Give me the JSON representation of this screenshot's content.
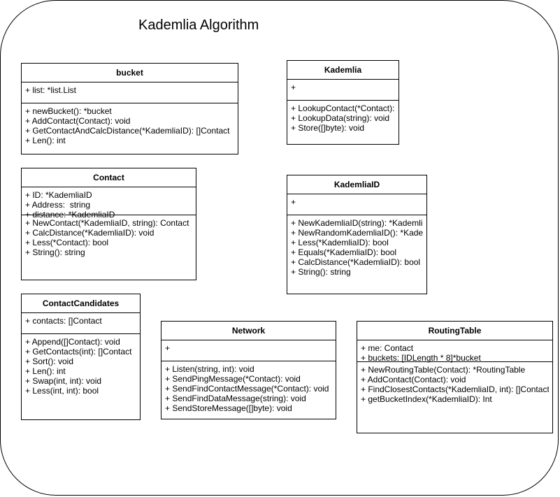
{
  "title": "Kademlia Algorithm",
  "classes": {
    "bucket": {
      "name": "bucket",
      "attributes": [
        "+ list: *list.List"
      ],
      "methods": [
        "+ newBucket(): *bucket",
        "+ AddContact(Contact): void",
        "+ GetContactAndCalcDistance(*KademliaID): []Contact",
        "+ Len(): int"
      ]
    },
    "kademlia": {
      "name": "Kademlia",
      "attributes": [
        "+"
      ],
      "methods": [
        "+ LookupContact(*Contact):",
        "+ LookupData(string): void",
        "+ Store([]byte): void"
      ]
    },
    "contact": {
      "name": "Contact",
      "attributes": [
        "+ ID: *KademliaID",
        "+ Address:  string",
        "+ distance: *KademliaID"
      ],
      "methods": [
        "+ NewContact(*KademliaID, string): Contact",
        "+ CalcDistance(*KademliaID): void",
        "+ Less(*Contact): bool",
        "+ String(): string"
      ]
    },
    "kademliaid": {
      "name": "KademliaID",
      "attributes": [
        "+"
      ],
      "methods": [
        "+ NewKademliaID(string): *KademliaID",
        "+ NewRandomKademliaID(): *KademliaID",
        "+ Less(*KademliaID): bool",
        "+ Equals(*KademliaID): bool",
        "+ CalcDistance(*KademliaID): bool",
        "+ String(): string"
      ]
    },
    "contactcandidates": {
      "name": "ContactCandidates",
      "attributes": [
        "+ contacts: []Contact"
      ],
      "methods": [
        "+ Append([]Contact): void",
        "+ GetContacts(int): []Contact",
        "+ Sort(): void",
        "+ Len(): int",
        "+ Swap(int, int): void",
        "+ Less(int, int): bool"
      ]
    },
    "network": {
      "name": "Network",
      "attributes": [
        "+"
      ],
      "methods": [
        "+ Listen(string, int): void",
        "+ SendPingMessage(*Contact): void",
        "+ SendFindContactMessage(*Contact): void",
        "+ SendFindDataMessage(string): void",
        "+ SendStoreMessage([]byte): void"
      ]
    },
    "routingtable": {
      "name": "RoutingTable",
      "attributes": [
        "+ me: Contact",
        "+ buckets: [IDLength * 8]*bucket"
      ],
      "methods": [
        "+ NewRoutingTable(Contact): *RoutingTable",
        "+ AddContact(Contact): void",
        "+ FindClosestContacts(*KademliaID, int): []Contact",
        "+ getBucketIndex(*KademliaID): Int"
      ]
    }
  }
}
